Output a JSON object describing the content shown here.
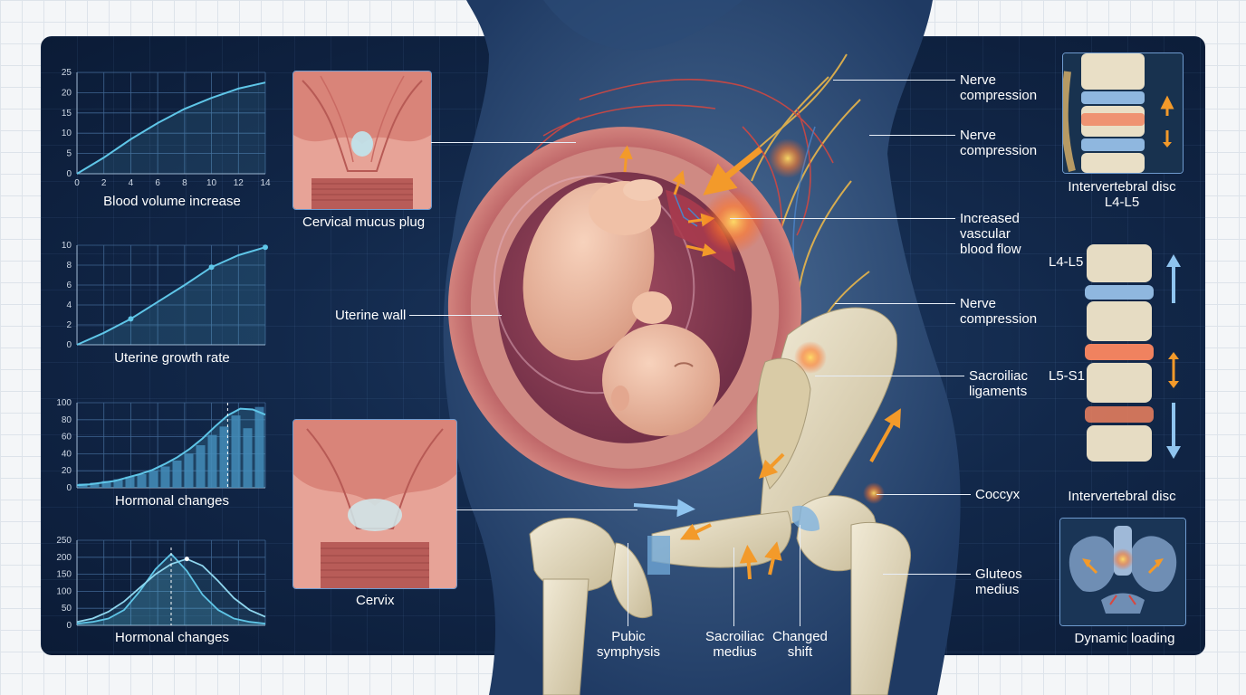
{
  "chart_data": [
    {
      "type": "line",
      "title": "Blood volume increase",
      "x": [
        0,
        2,
        4,
        6,
        8,
        10,
        12,
        14
      ],
      "series": [
        {
          "values": [
            0,
            4,
            8.5,
            12.5,
            16,
            18.7,
            21,
            22.5
          ]
        }
      ],
      "xticks": [
        "0",
        "2",
        "4",
        "6",
        "8",
        "10",
        "12",
        "14"
      ],
      "yticks": [
        "0",
        "5",
        "10",
        "15",
        "20",
        "25"
      ],
      "xlim": [
        0,
        14
      ],
      "ylim": [
        0,
        25
      ],
      "grid": true
    },
    {
      "type": "line",
      "title": "Uterine growth rate",
      "x": [
        0,
        1,
        2,
        3,
        4,
        5,
        6,
        7
      ],
      "series": [
        {
          "values": [
            0,
            1.2,
            2.6,
            4.3,
            6.0,
            7.8,
            9.0,
            9.8
          ]
        }
      ],
      "markers": [
        2,
        5,
        7
      ],
      "xticks": [],
      "yticks": [
        "0",
        "2",
        "4",
        "6",
        "8",
        "10"
      ],
      "ylim": [
        0,
        10
      ],
      "grid": true
    },
    {
      "type": "bar",
      "title": "Hormonal changes",
      "values": [
        5,
        6,
        8,
        10,
        13,
        16,
        20,
        25,
        32,
        40,
        50,
        62,
        72,
        85,
        70,
        95
      ],
      "overlay_line": [
        3,
        4,
        6,
        8,
        12,
        16,
        21,
        28,
        36,
        46,
        58,
        72,
        85,
        93,
        92,
        86
      ],
      "yticks": [
        "0",
        "20",
        "40",
        "60",
        "80",
        "100"
      ],
      "ylim": [
        0,
        100
      ],
      "grid": true
    },
    {
      "type": "line",
      "title": "Hormonal changes",
      "x": [
        0,
        1,
        2,
        3,
        4,
        5,
        6,
        7,
        8,
        9,
        10,
        11,
        12
      ],
      "series": [
        {
          "values": [
            5,
            10,
            20,
            45,
            100,
            165,
            210,
            160,
            90,
            45,
            20,
            10,
            5
          ]
        },
        {
          "values": [
            10,
            20,
            40,
            70,
            110,
            150,
            180,
            195,
            175,
            130,
            80,
            45,
            25
          ]
        }
      ],
      "yticks": [
        "0",
        "50",
        "100",
        "150",
        "200",
        "250"
      ],
      "ylim": [
        0,
        250
      ],
      "grid": true
    }
  ],
  "thumbnails": {
    "top": "Cervical mucus plug",
    "bottom": "Cervix"
  },
  "labels": {
    "uterine_wall": "Uterine wall",
    "nerve_1": "Nerve\ncompression",
    "nerve_2": "Nerve\ncompression",
    "vascular": "Increased\nvascular\nblood flow",
    "nerve_3": "Nerve\ncompression",
    "sacroiliac_lig": "Sacroiliac\nligaments",
    "coccyx": "Coccyx",
    "gluteos": "Gluteos\nmedius",
    "pubic": "Pubic\nsymphysis",
    "sacroiliac_med": "Sacroiliac\nmedius",
    "changed_shift": "Changed\nshift"
  },
  "right_panels": {
    "disc_top": "Intervertebral disc\nL4-L5",
    "l4l5": "L4-L5",
    "l5s1": "L5-S1",
    "disc_bottom": "Intervertebral disc",
    "dynamic": "Dynamic loading"
  },
  "colors": {
    "panel_bg": "#12284a",
    "chart_line": "#5fc6e8",
    "accent_orange": "#f39a2a",
    "tissue_pink": "#d9776f",
    "bone": "#e6dcc3",
    "blue_arrow": "#8fc4ef"
  }
}
